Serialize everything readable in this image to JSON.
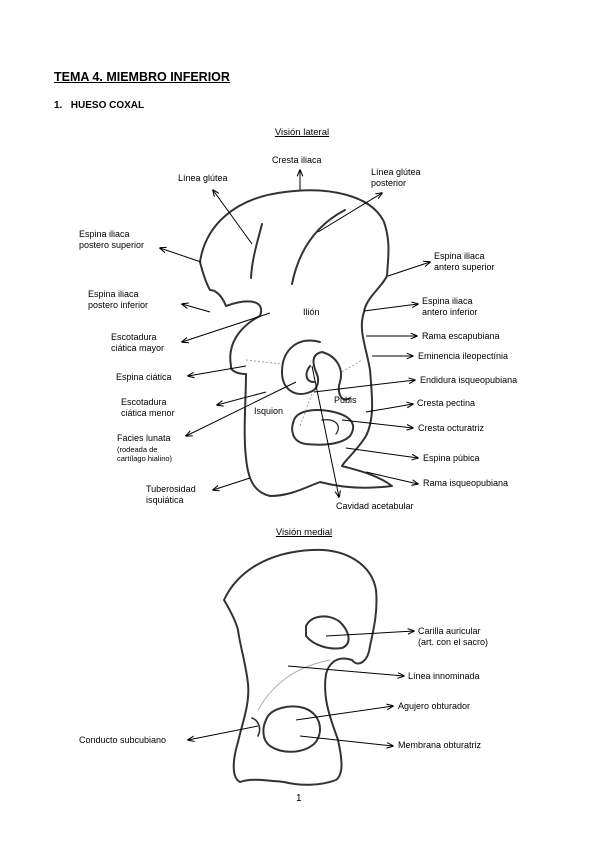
{
  "document": {
    "title": "TEMA 4. MIEMBRO INFERIOR",
    "section_number": "1.",
    "section_title": "HUESO COXAL",
    "page_number": "1"
  },
  "lateral_view": {
    "title": "Visión lateral",
    "labels": {
      "cresta_iliaca": "Cresta iliaca",
      "linea_glutea": "Línea glútea",
      "linea_glutea_posterior_1": "Línea glútea",
      "linea_glutea_posterior_2": "posterior",
      "espina_postero_superior_1": "Espina iliaca",
      "espina_postero_superior_2": "postero superior",
      "espina_antero_superior_1": "Espina iliaca",
      "espina_antero_superior_2": "antero superior",
      "espina_postero_inferior_1": "Espina iliaca",
      "espina_postero_inferior_2": "postero inferior",
      "espina_antero_inferior_1": "Espina iliaca",
      "espina_antero_inferior_2": "antero inferior",
      "ilion": "Ilión",
      "escotadura_mayor_1": "Escotadura",
      "escotadura_mayor_2": "ciática mayor",
      "rama_escapubiana": "Rama escapubiana",
      "eminencia": "Eminencia ileopectínia",
      "espina_ciatica": "Espina ciática",
      "endidura": "Endidura isqueopubiana",
      "escotadura_menor_1": "Escotadura",
      "escotadura_menor_2": "ciática menor",
      "pubis": "Pubis",
      "cresta_pectina": "Cresta pectina",
      "isquion": "Isquion",
      "faces_lunata": "Facies lunata",
      "faces_note_1": "(rodeada de",
      "faces_note_2": "cartílago hialino)",
      "cresta_ocuturatriz": "Cresta octuratriz",
      "espina_pubica": "Espina púbica",
      "tuberosidad_1": "Tuberosidad",
      "tuberosidad_2": "isquiática",
      "rama_isqueopubiana": "Rama isqueopubiana",
      "cavidad": "Cavidad acetabular"
    }
  },
  "medial_view": {
    "title": "Visión medial",
    "labels": {
      "carilla_1": "Carilla auricular",
      "carilla_2": "(art. con el sacro)",
      "linea_innominada": "Línea innominada",
      "agujero": "Agujero obturador",
      "conducto": "Conducto subcubiano",
      "membrana": "Membrana obturatriz"
    }
  }
}
